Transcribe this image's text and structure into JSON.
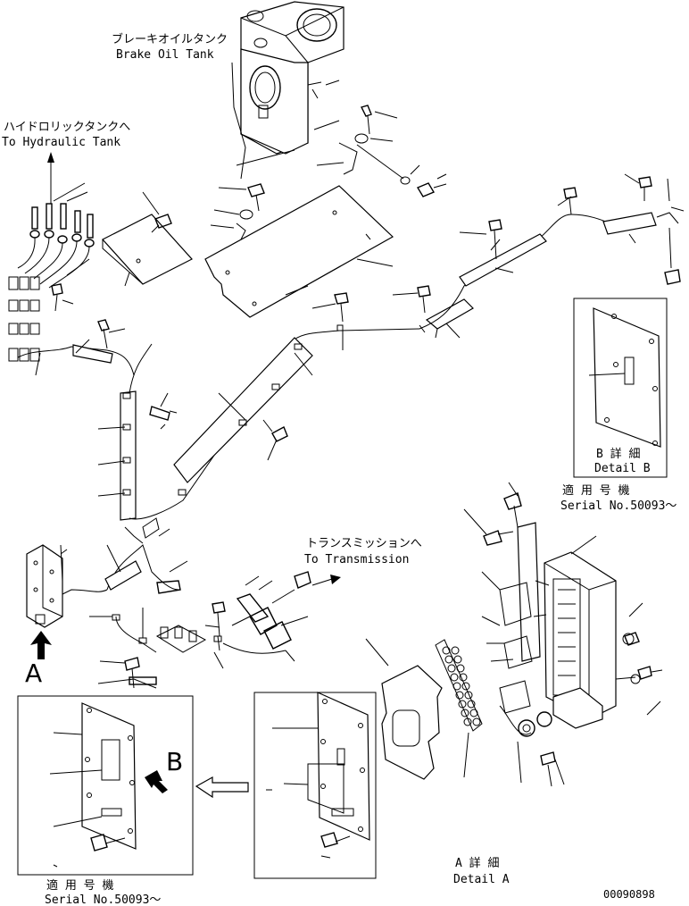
{
  "labels": {
    "brake_tank_jp": "ブレーキオイルタンク",
    "brake_tank_en": "Brake Oil Tank",
    "hyd_tank_jp": "ハイドロリックタンクへ",
    "hyd_tank_en": "To Hydraulic Tank",
    "trans_jp": "トランスミッションへ",
    "trans_en": "To Transmission",
    "detail_b_jp": "B 詳 細",
    "detail_b_en": "Detail B",
    "serial_top_jp": "適 用 号 機",
    "serial_top_en": "Serial No.50093～",
    "serial_bottom_jp": "適 用 号 機",
    "serial_bottom_en": "Serial No.50093～",
    "detail_a_jp": "A 詳 細",
    "detail_a_en": "Detail A",
    "marker_a": "A",
    "marker_b": "B",
    "drawing_no": "00090898"
  }
}
